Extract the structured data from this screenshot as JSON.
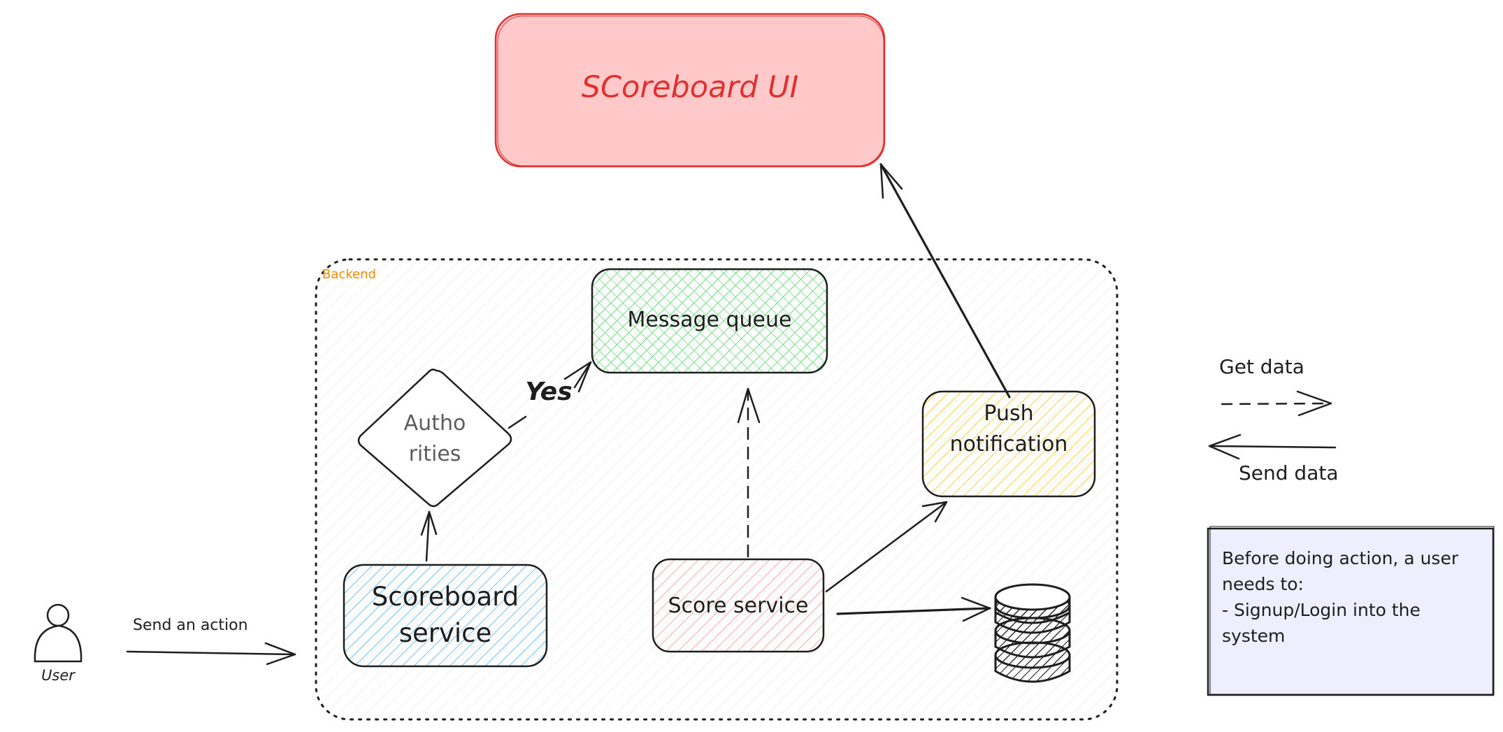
{
  "diagram": {
    "nodes": {
      "scoreboard_ui": "SCoreboard UI",
      "backend": "Backend",
      "message_queue": "Message queue",
      "authorities_line1": "Autho",
      "authorities_line2": "rities",
      "yes": "Yes",
      "push_line1": "Push",
      "push_line2": "notification",
      "scoreboard_service_line1": "Scoreboard",
      "scoreboard_service_line2": "service",
      "score_service": "Score service",
      "user": "User",
      "send_action": "Send an action"
    },
    "legend": {
      "get_data": "Get data",
      "send_data": "Send data"
    },
    "note": {
      "text": "Before doing action, a user\nneeds to:\n- Signup/Login into the system"
    }
  },
  "colors": {
    "stroke": "#1e1e1e",
    "ui_fill": "#ffc9c9",
    "ui_stroke": "#e03131",
    "backend_label": "#f08c00",
    "queue_hatch": "#69db7c",
    "push_hatch": "#ffd43b",
    "service_hatch": "#74c0fc",
    "score_hatch": "#ffa8a8",
    "note_fill": "#efeeff"
  }
}
